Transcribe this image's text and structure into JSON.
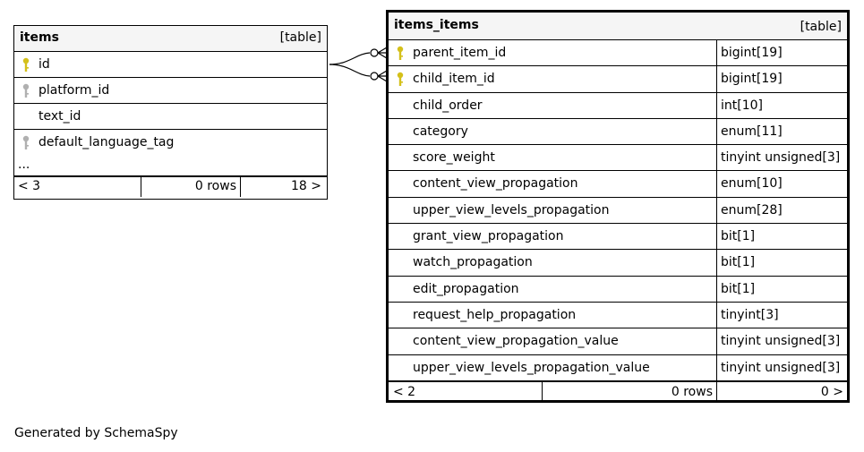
{
  "tables": {
    "items": {
      "name": "items",
      "kind": "[table]",
      "columns": [
        {
          "name": "id",
          "key": "primary"
        },
        {
          "name": "platform_id",
          "key": "foreign"
        },
        {
          "name": "text_id",
          "key": "none"
        },
        {
          "name": "default_language_tag",
          "key": "foreign"
        }
      ],
      "more": "...",
      "footer": {
        "parents": "< 3",
        "rows": "0 rows",
        "children": "18 >"
      }
    },
    "items_items": {
      "name": "items_items",
      "kind": "[table]",
      "columns": [
        {
          "name": "parent_item_id",
          "type": "bigint[19]",
          "key": "primary"
        },
        {
          "name": "child_item_id",
          "type": "bigint[19]",
          "key": "primary"
        },
        {
          "name": "child_order",
          "type": "int[10]",
          "key": "none"
        },
        {
          "name": "category",
          "type": "enum[11]",
          "key": "none"
        },
        {
          "name": "score_weight",
          "type": "tinyint unsigned[3]",
          "key": "none"
        },
        {
          "name": "content_view_propagation",
          "type": "enum[10]",
          "key": "none"
        },
        {
          "name": "upper_view_levels_propagation",
          "type": "enum[28]",
          "key": "none"
        },
        {
          "name": "grant_view_propagation",
          "type": "bit[1]",
          "key": "none"
        },
        {
          "name": "watch_propagation",
          "type": "bit[1]",
          "key": "none"
        },
        {
          "name": "edit_propagation",
          "type": "bit[1]",
          "key": "none"
        },
        {
          "name": "request_help_propagation",
          "type": "tinyint[3]",
          "key": "none"
        },
        {
          "name": "content_view_propagation_value",
          "type": "tinyint unsigned[3]",
          "key": "none"
        },
        {
          "name": "upper_view_levels_propagation_value",
          "type": "tinyint unsigned[3]",
          "key": "none"
        }
      ],
      "footer": {
        "parents": "< 2",
        "rows": "0 rows",
        "children": "0 >"
      }
    }
  },
  "credit": "Generated by SchemaSpy",
  "colors": {
    "primary_key": "#d4c01a",
    "foreign_key": "#b0b0b0",
    "header_bg": "#f5f5f5"
  }
}
